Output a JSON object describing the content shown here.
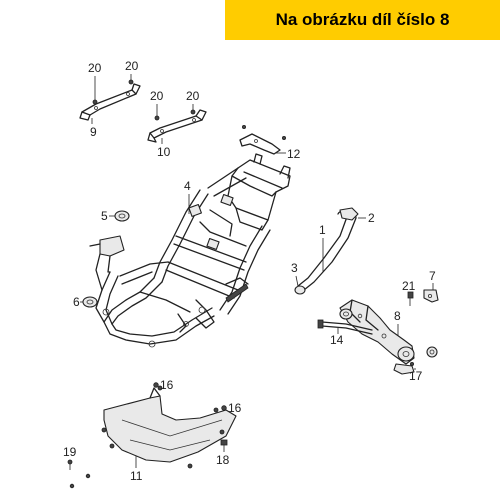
{
  "banner": {
    "text": "Na obrázku díl číslo 8",
    "color": "#ffcc00"
  },
  "labels": {
    "l1": "1",
    "l2": "2",
    "l3": "3",
    "l4": "4",
    "l5": "5",
    "l6": "6",
    "l7": "7",
    "l8": "8",
    "l9": "9",
    "l10": "10",
    "l11": "11",
    "l12": "12",
    "l14": "14",
    "l16a": "16",
    "l16b": "16",
    "l17": "17",
    "l18": "18",
    "l19": "19",
    "l20a": "20",
    "l20b": "20",
    "l20c": "20",
    "l20d": "20",
    "l21": "21"
  }
}
